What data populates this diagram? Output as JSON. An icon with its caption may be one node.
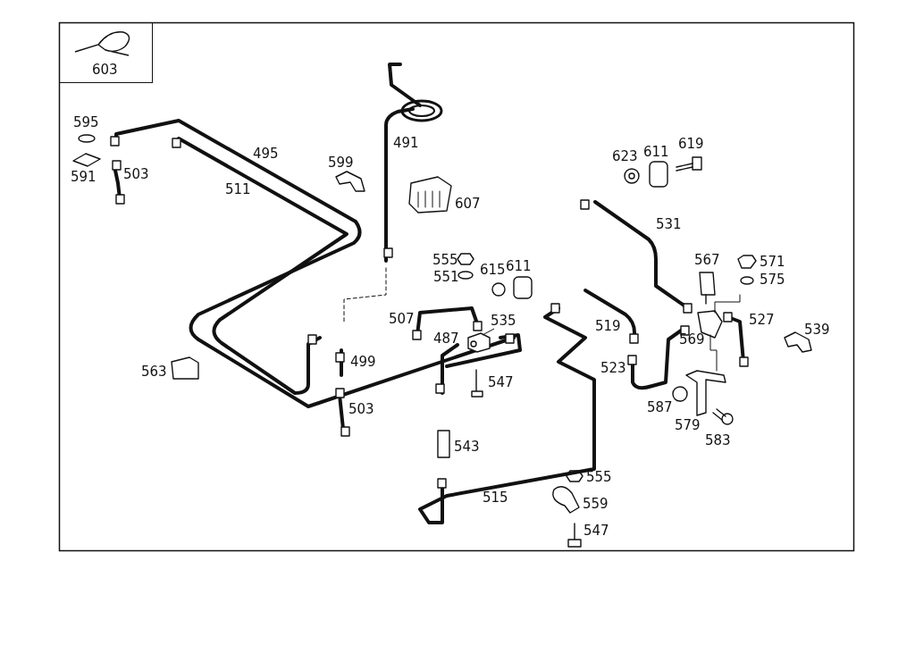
{
  "diagram": {
    "nodes": [
      {
        "text": [
          "603"
        ]
      },
      {
        "text": [
          "535"
        ]
      },
      {
        "text": [],
        "shape": "picture"
      }
    ],
    "edges": [
      {
        "from": 1,
        "to": 2,
        "arrow": "none"
      }
    ],
    "labels": [
      "595",
      "619",
      "491",
      "611",
      "623",
      "495",
      "599",
      "591",
      "503",
      "511",
      "607",
      "531",
      "555",
      "567",
      "571",
      "611",
      "615",
      "551",
      "575",
      "507",
      "527",
      "519",
      "569",
      "487",
      "539",
      "499",
      "563",
      "523",
      "547",
      "587",
      "503",
      "579",
      "583",
      "543",
      "555",
      "515",
      "559",
      "547"
    ]
  }
}
